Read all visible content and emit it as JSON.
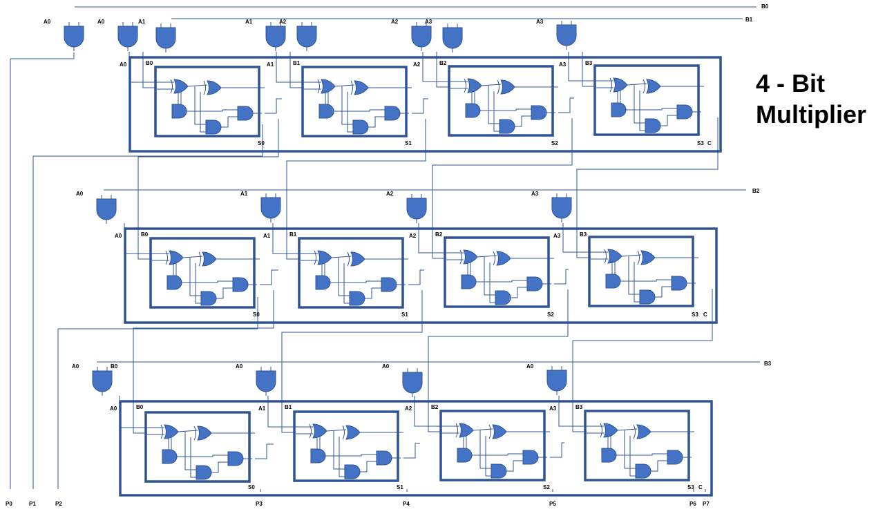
{
  "title": {
    "line1": "4 - Bit",
    "line2": "Multiplier"
  },
  "colors": {
    "outline": "#2f5496",
    "gate_fill": "#4472c4",
    "wire": "#2f5496",
    "text": "#000000"
  },
  "inputs": {
    "b_bits": [
      "B0",
      "B1",
      "B2",
      "B3"
    ],
    "a_bits": [
      "A0",
      "A1",
      "A2",
      "A3"
    ]
  },
  "rows": [
    {
      "gate_labels": [
        [
          "A0"
        ],
        [
          "A0",
          "A1"
        ],
        [
          "A1",
          "A2"
        ],
        [
          "A2",
          "A3"
        ],
        [
          "A3"
        ]
      ],
      "adder_a": [
        "A0",
        "A1",
        "A2",
        "A3"
      ],
      "adder_b": [
        "B0",
        "B1",
        "B2",
        "B3"
      ],
      "sums": [
        "S0",
        "S1",
        "S2",
        "S3"
      ],
      "carry": "C"
    },
    {
      "gate_labels": [
        [
          "A0"
        ],
        [
          "A1"
        ],
        [
          "A2"
        ],
        [
          "A3"
        ]
      ],
      "adder_a": [
        "A0",
        "A1",
        "A2",
        "A3"
      ],
      "adder_b": [
        "B0",
        "B1",
        "B2",
        "B3"
      ],
      "sums": [
        "S0",
        "S1",
        "S2",
        "S3"
      ],
      "carry": "C"
    },
    {
      "gate_labels": [
        [
          "A0",
          "B0"
        ],
        [
          "A0"
        ],
        [
          "A0"
        ],
        [
          "A0"
        ]
      ],
      "adder_a": [
        "A0",
        "A1",
        "A2",
        "A3"
      ],
      "adder_b": [
        "B0",
        "B1",
        "B2",
        "B3"
      ],
      "sums": [
        "S0",
        "S1",
        "S2",
        "S3"
      ],
      "carry": "C"
    }
  ],
  "outputs": [
    "P0",
    "P1",
    "P2",
    "P3",
    "P4",
    "P5",
    "P6",
    "P7"
  ]
}
